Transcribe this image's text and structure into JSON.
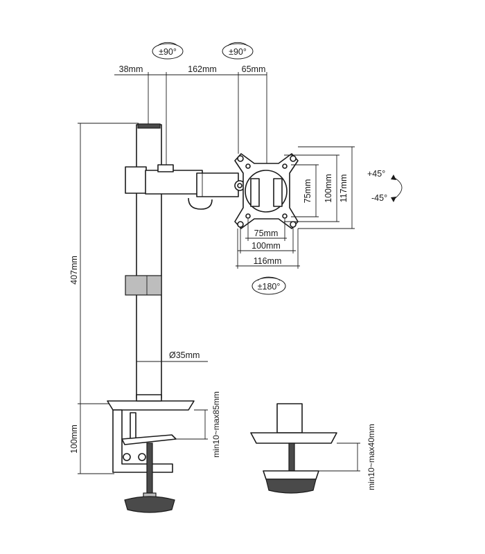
{
  "labels": {
    "rot_arm_left": "±90°",
    "rot_arm_right": "±90°",
    "rot_plate": "±180°",
    "tilt_up": "+45°",
    "tilt_down": "-45°",
    "w_top_1": "38mm",
    "w_top_2": "162mm",
    "w_top_3": "65mm",
    "pole_height": "407mm",
    "pole_diameter": "Ø35mm",
    "clamp_height": "100mm",
    "clamp_range": "min10~max85mm",
    "grommet_range": "min10~max40mm",
    "vesa_75_h": "75mm",
    "vesa_100_h": "100mm",
    "plate_117_h": "117mm",
    "vesa_75_w": "75mm",
    "vesa_100_w": "100mm",
    "plate_116_w": "116mm"
  }
}
